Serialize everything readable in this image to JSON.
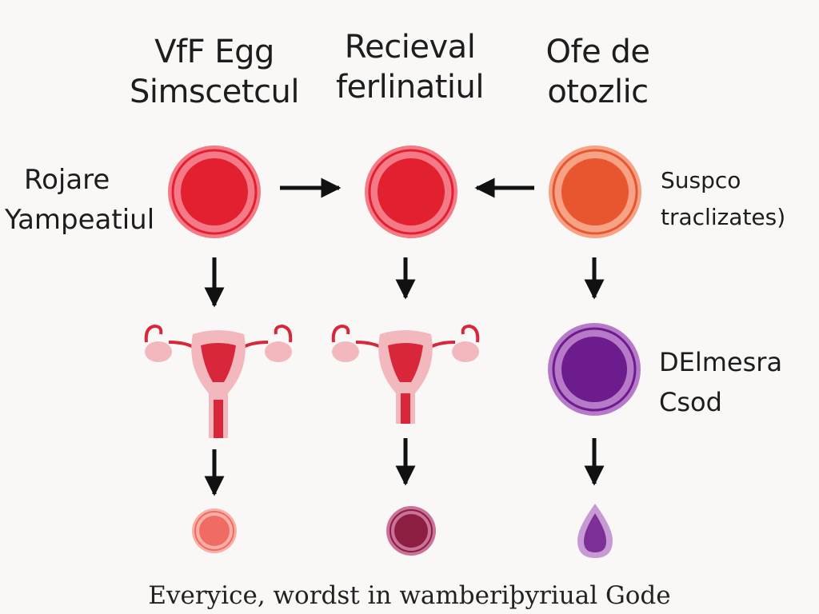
{
  "columns": [
    {
      "title_line1": "VfF Egg",
      "title_line2": "Simscetcul"
    },
    {
      "title_line1": "Recieval",
      "title_line2": "ferlinatiul"
    },
    {
      "title_line1": "Ofe de",
      "title_line2": "otozlic"
    }
  ],
  "side_labels": {
    "left": {
      "line1": "Rojare",
      "line2": "Yampeatiul"
    },
    "right_top": {
      "line1": "Suspco",
      "line2": "traclizates)"
    },
    "right_mid": {
      "line1": "DElmesra",
      "line2": "Csod"
    }
  },
  "caption": "Everyice, wordst in wamberiþyriual Gode",
  "colors": {
    "egg_red": "#e2202f",
    "egg_ring": "#f37a86",
    "egg_orange": "#e8562f",
    "egg_orange_ring": "#f5a286",
    "purple": "#6c1c8c",
    "purple_ring": "#b77ac9",
    "uterus_pink": "#f2b8bd",
    "uterus_red": "#d8263a",
    "small_salmon": "#ef6b63",
    "small_maroon": "#8c1e42",
    "drop_purple": "#7c2f95",
    "arrow": "#111111"
  },
  "icons": [
    "egg-cell-icon",
    "uterus-icon",
    "embryo-icon",
    "drop-icon",
    "arrow-icon"
  ]
}
